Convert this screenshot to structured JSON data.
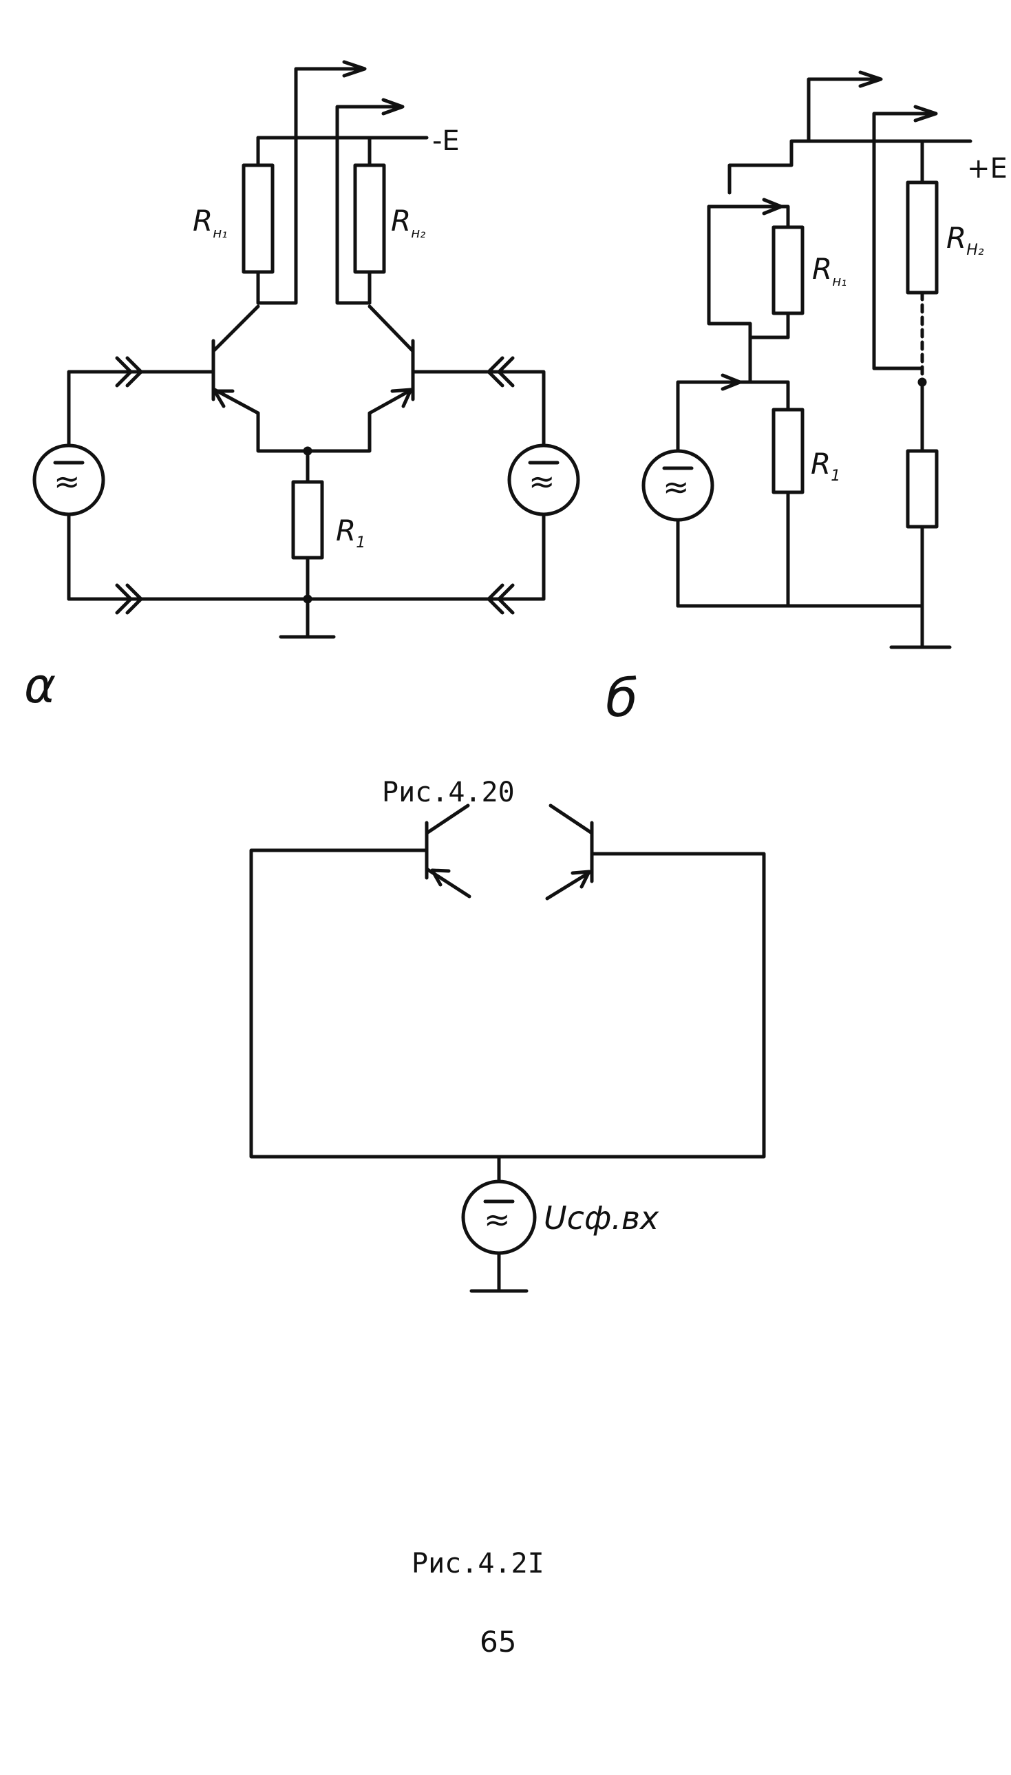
{
  "fig_4_20": {
    "caption": "Рис.4.20",
    "a": {
      "panel_label": "α",
      "supply_label": "-E",
      "load1_label": "R",
      "load1_sub": "н₁",
      "load2_label": "R",
      "load2_sub": "н₂",
      "r1_label": "R",
      "r1_sub": "1",
      "source_symbol": "≈"
    },
    "b": {
      "panel_label": "б",
      "supply_label": "+E",
      "load1_label": "R",
      "load1_sub": "н₁",
      "load2_label": "R",
      "load2_sub": "H₂",
      "r1_label": "R",
      "r1_sub": "1",
      "source_symbol": "≈"
    }
  },
  "fig_4_21": {
    "caption": "Рис.4.2I",
    "source_label": "Uсф.вх",
    "source_symbol": "≈"
  },
  "page_number": "65"
}
